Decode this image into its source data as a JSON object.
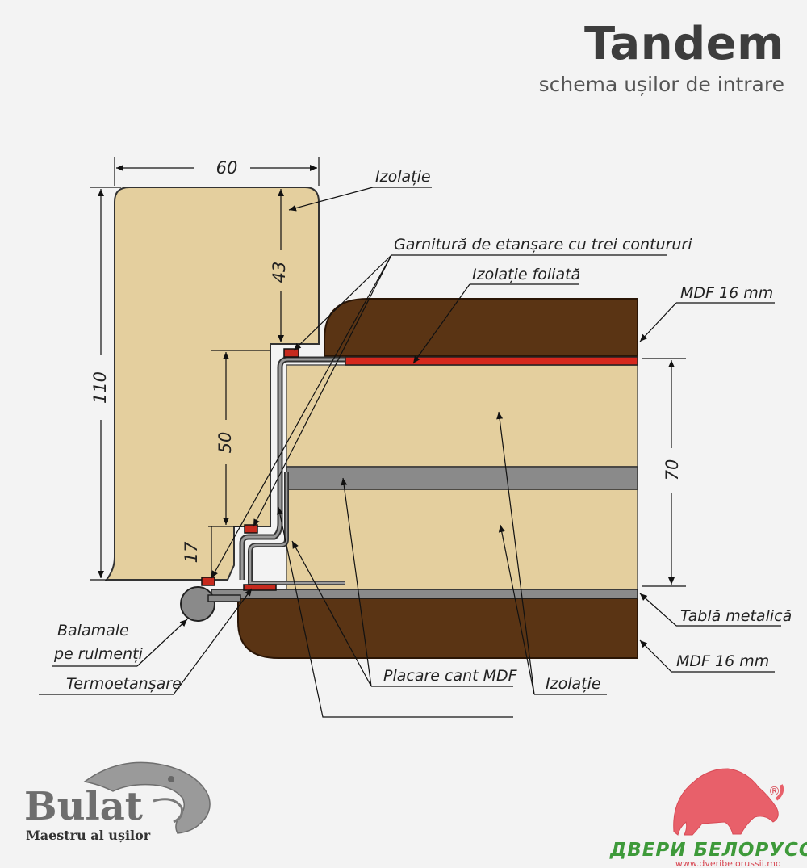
{
  "header": {
    "title": "Tandem",
    "subtitle": "schema ușilor de intrare"
  },
  "dimensions": {
    "frame_width": "60",
    "frame_height": "110",
    "upper_depth": "43",
    "middle_depth": "50",
    "lower_depth": "17",
    "leaf_thickness": "70"
  },
  "labels": {
    "insulation_top": "Izolație",
    "seal_three_contours": "Garnitură de etanșare cu trei contururi",
    "foil_insulation": "Izolație foliată",
    "mdf_top": "MDF 16 mm",
    "metal_sheet": "Tablă metalică",
    "mdf_bottom": "MDF 16 mm",
    "bearing_hinges_line1": "Balamale",
    "bearing_hinges_line2": "pe rulmenți",
    "thermo_seal": "Termoetanșare",
    "mdf_edge": "Placare cant MDF",
    "insulation_bottom": "Izolație"
  },
  "brand_left": {
    "name": "Bulat",
    "tagline": "Maestru al ușilor"
  },
  "brand_right": {
    "name": "ДВЕРИ БЕЛОРУССИИ",
    "url": "www.dveribelorussii.md",
    "registered": "®"
  },
  "colors": {
    "wood_light": "#e4cf9e",
    "mdf_dark": "#5a3414",
    "foil_red": "#d6281d",
    "metal_gray": "#8a8a8a",
    "seal_red": "#c62a1e",
    "logo_red": "#e8606a"
  }
}
